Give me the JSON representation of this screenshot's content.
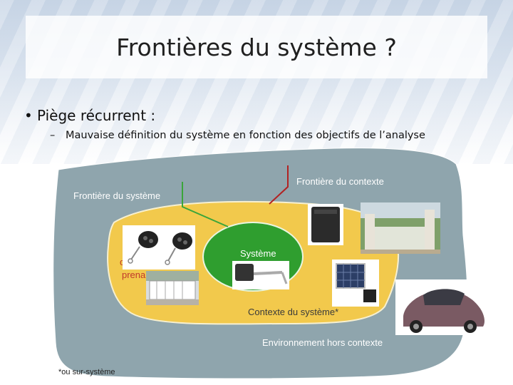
{
  "slide": {
    "title": "Frontières du système ?",
    "bullet": "Piège récurrent :",
    "sub_bullet": "Mauvaise définition du système en fonction des objectifs de l’analyse"
  },
  "diagram": {
    "label_frontiere_systeme": "Frontière du système",
    "label_frontiere_contexte": "Frontière du contexte",
    "label_systeme": "Système",
    "label_contexte": "Contexte du système*",
    "label_environnement": "Environnement hors contexte",
    "label_partial_1": "c",
    "label_partial_2": "prena",
    "footnote": "*ou sur-système",
    "colors": {
      "environment": "#8fa5ad",
      "context": "#f2c94c",
      "system": "#2f9e2f",
      "boundary_green": "#3aa53a",
      "boundary_red": "#b22222"
    },
    "images": [
      "remote-controls-image",
      "gate-motor-image",
      "portal-gate-image",
      "control-box-image",
      "solar-panel-image",
      "stone-gate-image",
      "car-image"
    ]
  }
}
